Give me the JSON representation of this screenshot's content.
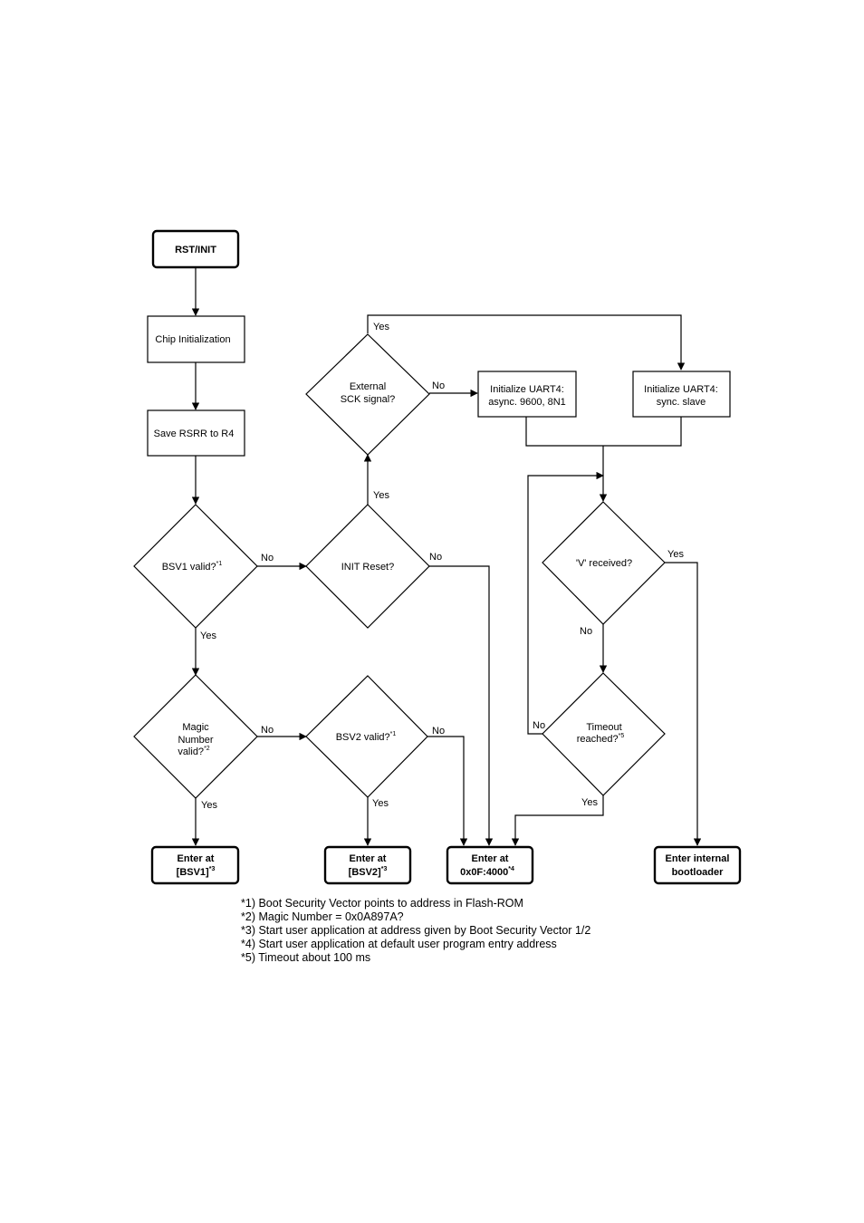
{
  "nodes": {
    "rst_init": "RST/INIT",
    "chip_init": "Chip Initialization",
    "save_rsrr": "Save RSRR to R4",
    "bsv1_valid": "BSV1 valid?",
    "bsv1_sup": "*1",
    "magic_l1": "Magic",
    "magic_l2": "Number",
    "magic_l3": "valid?",
    "magic_sup": "*2",
    "bsv2_valid": "BSV2 valid?",
    "bsv2_sup": "*1",
    "init_reset": "INIT Reset?",
    "ext_sck_l1": "External",
    "ext_sck_l2": "SCK signal?",
    "uart_async_l1": "Initialize UART4:",
    "uart_async_l2": "async. 9600, 8N1",
    "uart_sync_l1": "Initialize UART4:",
    "uart_sync_l2": "sync. slave",
    "v_received": "'V' received?",
    "timeout_l1": "Timeout",
    "timeout_l2": "reached?",
    "timeout_sup": "*5",
    "enter_bsv1_l1": "Enter at",
    "enter_bsv1_l2": "[BSV1]",
    "enter_bsv1_sup": "*3",
    "enter_bsv2_l1": "Enter at",
    "enter_bsv2_l2": "[BSV2]",
    "enter_bsv2_sup": "*3",
    "enter_default_l1": "Enter at",
    "enter_default_l2": "0x0F:4000",
    "enter_default_sup": "*4",
    "enter_boot_l1": "Enter internal",
    "enter_boot_l2": "bootloader"
  },
  "edges": {
    "bsv1_no": "No",
    "bsv1_yes": "Yes",
    "init_yes": "Yes",
    "init_no": "No",
    "ext_yes": "Yes",
    "ext_no": "No",
    "magic_no": "No",
    "magic_yes": "Yes",
    "bsv2_no": "No",
    "bsv2_yes": "Yes",
    "v_yes": "Yes",
    "v_no": "No",
    "timeout_no": "No",
    "timeout_yes": "Yes"
  },
  "footnotes": [
    "*1) Boot Security Vector points to address in Flash-ROM",
    "*2) Magic Number = 0x0A897A?",
    "*3) Start user application at address given by Boot Security Vector 1/2",
    "*4) Start user application at default user program entry address",
    "*5) Timeout about 100 ms"
  ]
}
